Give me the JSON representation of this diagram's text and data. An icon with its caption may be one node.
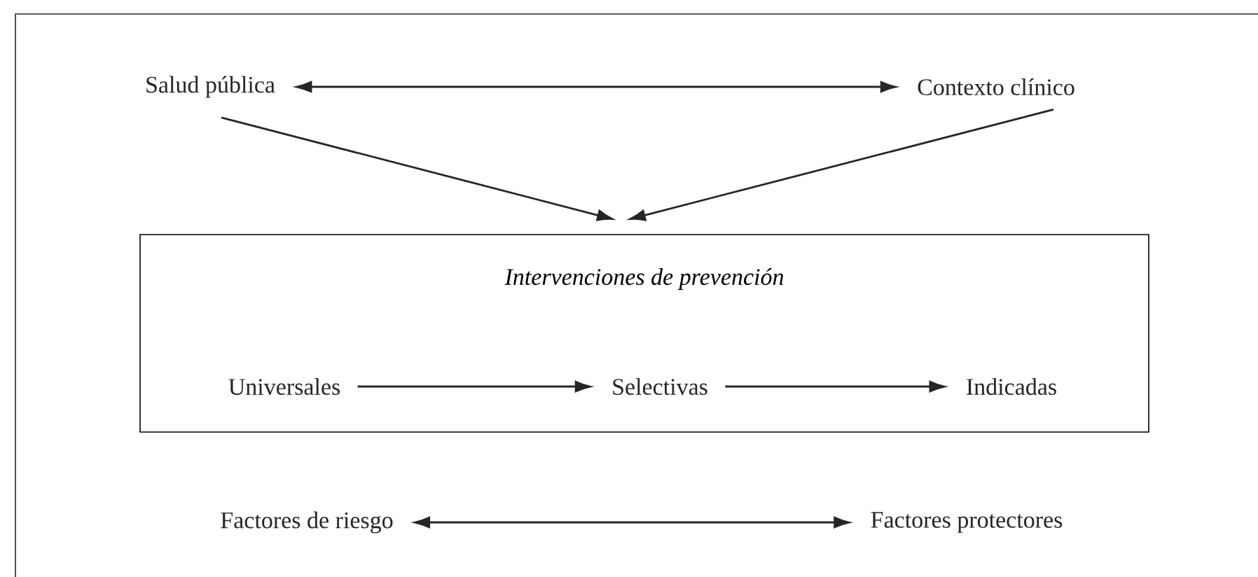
{
  "diagram": {
    "nodes": [
      {
        "text": [
          "Salud pública"
        ]
      },
      {
        "text": [
          "Contexto clínico"
        ]
      },
      {
        "text": [
          "Intervenciones de prevención"
        ]
      },
      {
        "text": [
          "Universales"
        ],
        "in": 2
      },
      {
        "text": [
          "Selectivas"
        ],
        "in": 2
      },
      {
        "text": [
          "Indicadas"
        ],
        "in": 2
      },
      {
        "text": [
          "Factores de riesgo"
        ]
      },
      {
        "text": [
          "Factores protectores"
        ]
      }
    ],
    "edges": [
      {
        "from": 0,
        "to": 1,
        "arrow": "both"
      },
      {
        "from": 0,
        "to": 2,
        "arrow": "to"
      },
      {
        "from": 1,
        "to": 2,
        "arrow": "to"
      },
      {
        "from": 3,
        "to": 4,
        "arrow": "to"
      },
      {
        "from": 4,
        "to": 5,
        "arrow": "to"
      },
      {
        "from": 6,
        "to": 7,
        "arrow": "both"
      }
    ]
  }
}
